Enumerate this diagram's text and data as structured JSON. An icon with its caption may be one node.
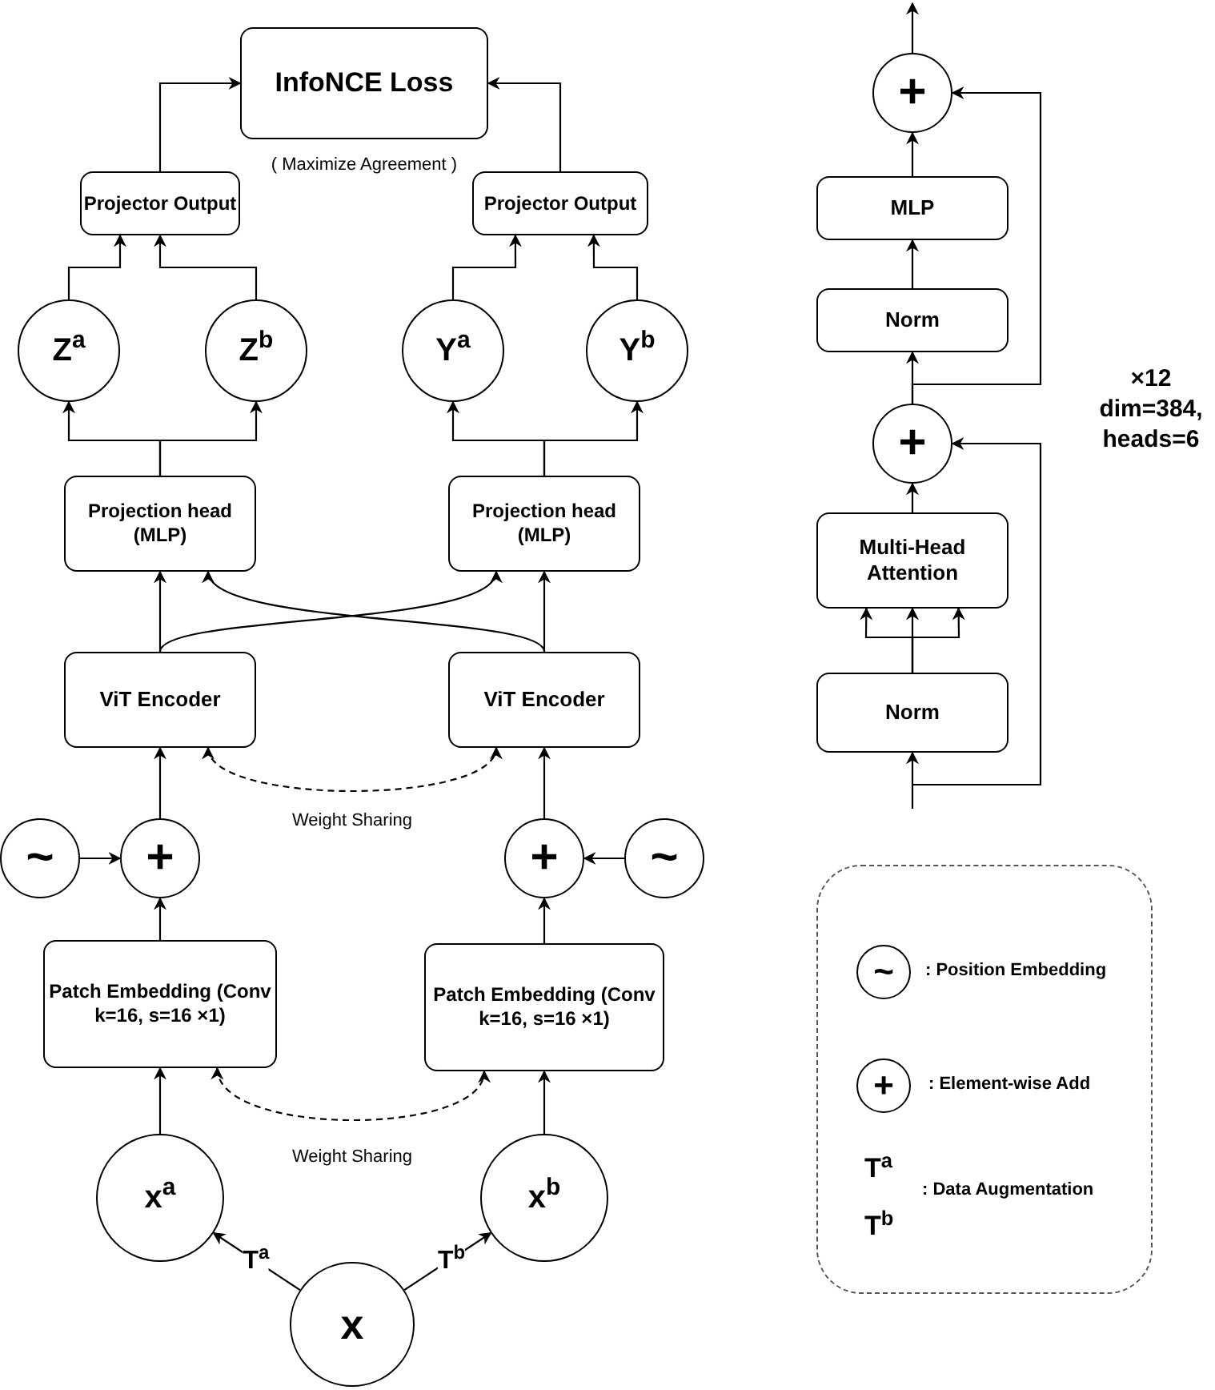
{
  "diagram": {
    "nodes": [
      {
        "text": [
          "InfoNCE Loss"
        ],
        "beside": [
          "( Maximize Agreement )"
        ]
      },
      {
        "text": [
          "Projector Output"
        ]
      },
      {
        "text": [
          "Projector Output"
        ]
      },
      {
        "text": [
          "Z$^{a}$"
        ]
      },
      {
        "text": [
          "Z$^{b}$"
        ]
      },
      {
        "text": [
          "Y$^{a}$"
        ]
      },
      {
        "text": [
          "Y$^{b}$"
        ]
      },
      {
        "text": [
          "Projection head (MLP)"
        ]
      },
      {
        "text": [
          "Projection head (MLP)"
        ]
      },
      {
        "text": [
          "ViT Encoder"
        ]
      },
      {
        "text": [
          "ViT Encoder"
        ]
      },
      {
        "text": [
          "~"
        ]
      },
      {
        "text": [
          "+"
        ]
      },
      {
        "text": [
          "+"
        ]
      },
      {
        "text": [
          "~"
        ]
      },
      {
        "text": [
          "Patch Embedding (Conv k=16, s=16 ×1)"
        ]
      },
      {
        "text": [
          "Patch Embedding (Conv k=16, s=16 ×1)"
        ]
      },
      {
        "text": [
          "x$^{a}$"
        ]
      },
      {
        "text": [
          "x$^{b}$"
        ]
      },
      {
        "text": [
          "x"
        ]
      },
      {
        "text": [
          "+"
        ]
      },
      {
        "text": [
          "MLP"
        ]
      },
      {
        "text": [
          "Norm"
        ]
      },
      {
        "text": [
          "+"
        ]
      },
      {
        "text": [
          "Multi-Head Attention"
        ]
      },
      {
        "text": [
          "Norm"
        ]
      },
      {
        "text": [],
        "shape": "box"
      },
      {
        "text": [
          "~"
        ],
        "in": 26
      },
      {
        "text": [
          "+"
        ],
        "in": 26
      }
    ],
    "edges": [
      {
        "from": 1,
        "to": 0,
        "arrow": "to"
      },
      {
        "from": 2,
        "to": 0,
        "arrow": "to"
      },
      {
        "from": 3,
        "to": 1,
        "arrow": "to"
      },
      {
        "from": 4,
        "to": 1,
        "arrow": "to"
      },
      {
        "from": 5,
        "to": 2,
        "arrow": "to"
      },
      {
        "from": 6,
        "to": 2,
        "arrow": "to"
      },
      {
        "from": 7,
        "to": 3,
        "arrow": "to"
      },
      {
        "from": 7,
        "to": 4,
        "arrow": "to"
      },
      {
        "from": 8,
        "to": 5,
        "arrow": "to"
      },
      {
        "from": 8,
        "to": 6,
        "arrow": "to"
      },
      {
        "from": 9,
        "to": 7,
        "arrow": "to"
      },
      {
        "from": 9,
        "to": 8,
        "arrow": "to"
      },
      {
        "from": 10,
        "to": 7,
        "arrow": "to"
      },
      {
        "from": 10,
        "to": 8,
        "arrow": "to"
      },
      {
        "from": 9,
        "to": 10,
        "arrow": "both",
        "style": "dashed",
        "label": "Weight Sharing"
      },
      {
        "from": 12,
        "to": 9,
        "arrow": "to"
      },
      {
        "from": 11,
        "to": 12,
        "arrow": "to"
      },
      {
        "from": 13,
        "to": 10,
        "arrow": "to"
      },
      {
        "from": 14,
        "to": 13,
        "arrow": "to"
      },
      {
        "from": 15,
        "to": 12,
        "arrow": "to"
      },
      {
        "from": 16,
        "to": 13,
        "arrow": "to"
      },
      {
        "from": 15,
        "to": 16,
        "arrow": "both",
        "style": "dashed",
        "label": "Weight Sharing"
      },
      {
        "from": 17,
        "to": 15,
        "arrow": "to"
      },
      {
        "from": 18,
        "to": 16,
        "arrow": "to"
      },
      {
        "from": 19,
        "to": 17,
        "arrow": "to",
        "label": "T$^{a}$"
      },
      {
        "from": 19,
        "to": 18,
        "arrow": "to",
        "label": "T$^{b}$"
      },
      {
        "from": null,
        "to": 25,
        "arrow": "to"
      },
      {
        "from": 25,
        "to": 24,
        "arrow": "to"
      },
      {
        "from": 25,
        "to": 24,
        "arrow": "to"
      },
      {
        "from": 25,
        "to": 24,
        "arrow": "to"
      },
      {
        "from": 24,
        "to": 23,
        "arrow": "to"
      },
      {
        "from": null,
        "to": 23,
        "arrow": "to"
      },
      {
        "from": 23,
        "to": 22,
        "arrow": "to"
      },
      {
        "from": 22,
        "to": 21,
        "arrow": "to"
      },
      {
        "from": 21,
        "to": 20,
        "arrow": "to"
      },
      {
        "from": 23,
        "to": 20,
        "arrow": "to"
      },
      {
        "from": 20,
        "to": null,
        "arrow": "to"
      }
    ],
    "labels": [
      "×12 dim=384, heads=6",
      "T$^{a}$",
      "T$^{b}$"
    ],
    "legend": [
      {
        "text": ": Position Embedding"
      },
      {
        "text": ": Element-wise Add"
      },
      {
        "text": ": Data Augmentation"
      }
    ]
  }
}
